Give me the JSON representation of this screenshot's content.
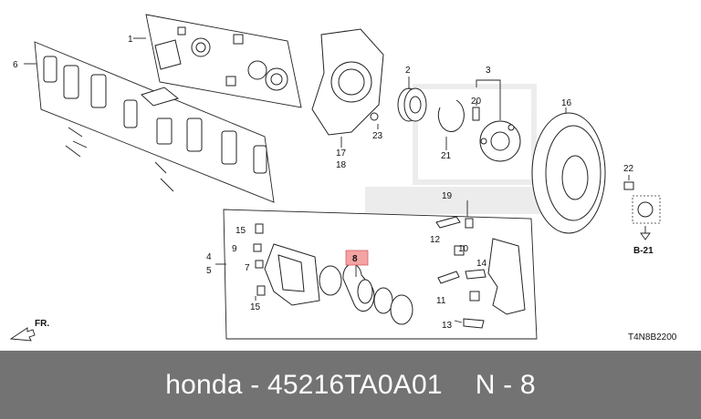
{
  "caption": {
    "brand": "honda",
    "separator": "-",
    "part_number": "45216TA0A01",
    "ref_letter": "N",
    "ref_dash": "-",
    "ref_number": "8"
  },
  "diagram": {
    "drawing_code": "T4N8B2200",
    "front_marker": "FR.",
    "ref_box": "B-21",
    "highlight_color": "#f4a3a3",
    "callouts": [
      "1",
      "2",
      "3",
      "4",
      "5",
      "6",
      "7",
      "8",
      "9",
      "10",
      "11",
      "12",
      "13",
      "14",
      "15",
      "16",
      "17",
      "18",
      "19",
      "20",
      "21",
      "22",
      "23"
    ]
  }
}
